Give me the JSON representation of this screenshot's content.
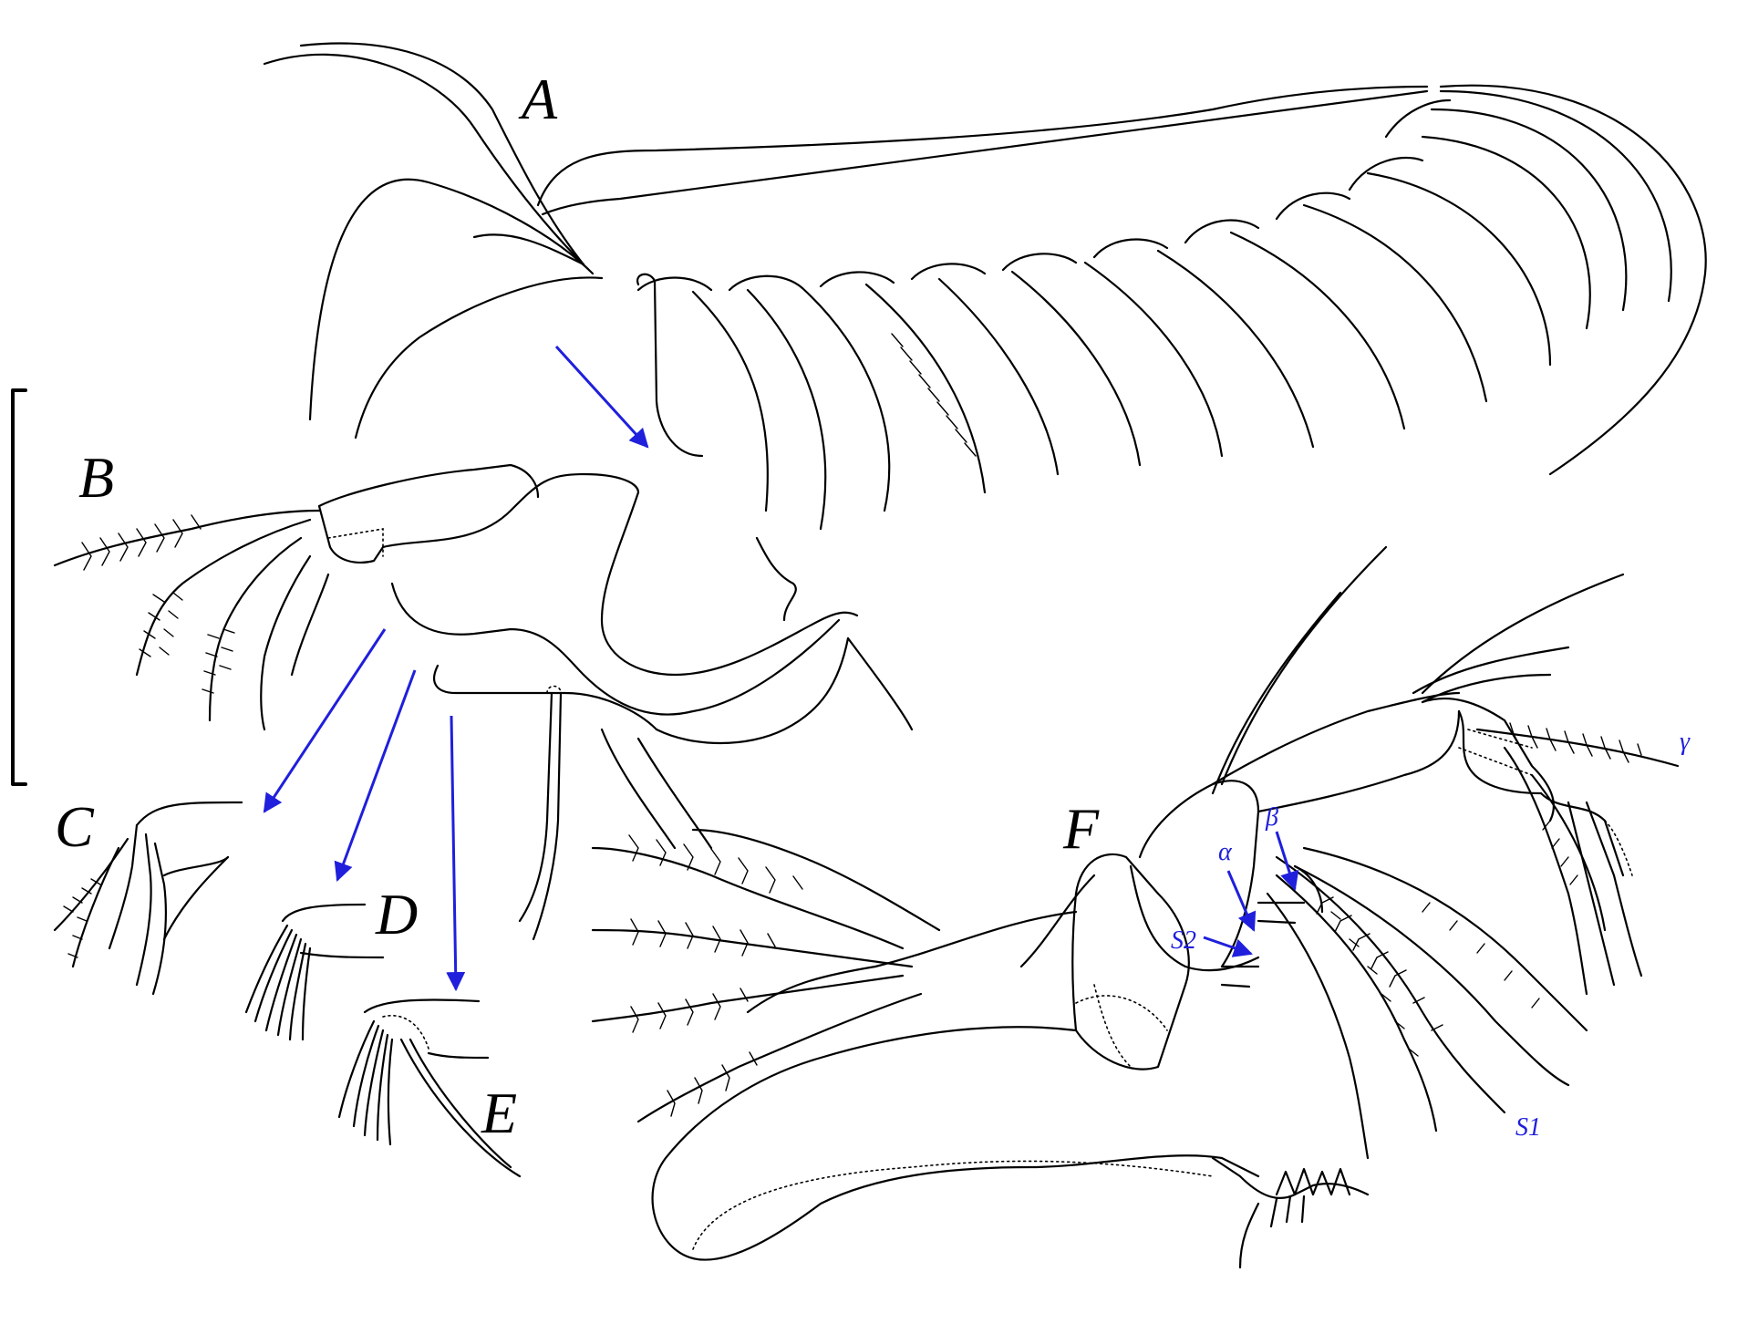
{
  "panel_labels": {
    "A": "A",
    "B": "B",
    "C": "C",
    "D": "D",
    "E": "E",
    "F": "F"
  },
  "annotations": {
    "alpha": "α",
    "beta": "β",
    "gamma": "γ",
    "s1": "S1",
    "s2": "S2"
  },
  "colors": {
    "ink": "#000000",
    "arrow": "#1f1fdc",
    "background": "#ffffff"
  }
}
